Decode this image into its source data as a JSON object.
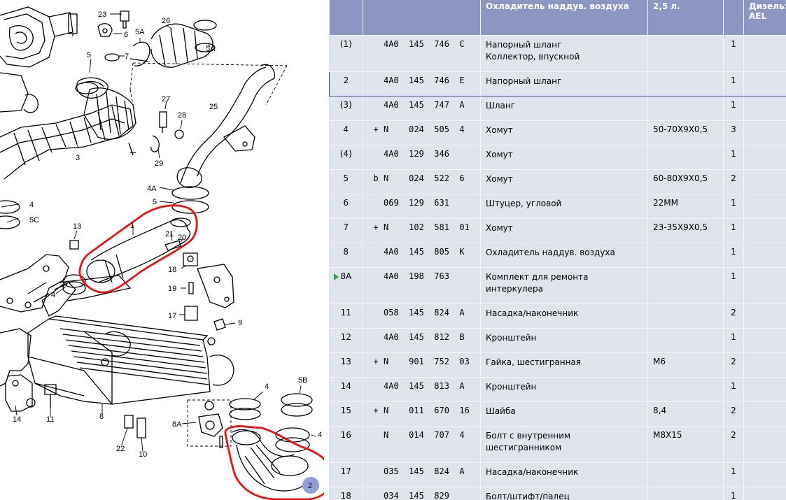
{
  "diagram": {
    "callouts": [
      "23",
      "6",
      "5A",
      "26",
      "5",
      "7",
      "5A",
      "27",
      "28",
      "25",
      "3",
      "29",
      "4A",
      "4",
      "5C",
      "5",
      "13",
      "1",
      "21",
      "20",
      "18",
      "19",
      "4",
      "17",
      "9",
      "14",
      "11",
      "8",
      "8A",
      "22",
      "10",
      "4",
      "5B",
      "4",
      "2"
    ],
    "highlight_color": "#e81313"
  },
  "parts_table": {
    "headers": [
      "",
      "",
      "Охладитель наддув. воздуха",
      "2,5 л.",
      "",
      "Дизель: AEL"
    ],
    "rows": [
      {
        "pos": "(1)",
        "flag": "",
        "pn": "4A0  145  746  C",
        "desc": [
          "Напорный шланг",
          "Коллектор, впускной"
        ],
        "spec": "",
        "qty": "1"
      },
      {
        "pos": "2",
        "flag": "",
        "pn": "4A0  145  746  E",
        "desc": [
          "Напорный шланг"
        ],
        "spec": "",
        "qty": "1",
        "selected": true
      },
      {
        "pos": "(3)",
        "flag": "",
        "pn": "4A0  145  747  A",
        "desc": [
          "Шланг"
        ],
        "spec": "",
        "qty": "1"
      },
      {
        "pos": "4",
        "flag": "+",
        "pn": "N    024  505  4",
        "desc": [
          "Хомут"
        ],
        "spec": "50-70X9X0,5",
        "qty": "3"
      },
      {
        "pos": "(4)",
        "flag": "",
        "pn": "4A0  129  346",
        "desc": [
          "Хомут"
        ],
        "spec": "",
        "qty": "1"
      },
      {
        "pos": "5",
        "flag": "b",
        "pn": "N    024  522  6",
        "desc": [
          "Хомут"
        ],
        "spec": "60-80X9X0,5",
        "qty": "2"
      },
      {
        "pos": "6",
        "flag": "",
        "pn": "069  129  631",
        "desc": [
          "Штуцер, угловой"
        ],
        "spec": "22MM",
        "qty": "1"
      },
      {
        "pos": "7",
        "flag": "+",
        "pn": "N    102  581  01",
        "desc": [
          "Хомут"
        ],
        "spec": "23-35X9X0,5",
        "qty": "1"
      },
      {
        "pos": "8",
        "flag": "",
        "pn": "4A0  145  805  K",
        "desc": [
          "Охладитель наддув. воздуха"
        ],
        "spec": "",
        "qty": "1"
      },
      {
        "pos": "8A",
        "flag": "",
        "pn": "4A0  198  763",
        "desc": [
          "Комплект для ремонта",
          "интеркулера"
        ],
        "spec": "",
        "qty": "1",
        "marker": true
      },
      {
        "pos": "11",
        "flag": "",
        "pn": "058  145  824  A",
        "desc": [
          "Насадка/наконечник"
        ],
        "spec": "",
        "qty": "2"
      },
      {
        "pos": "12",
        "flag": "",
        "pn": "4A0  145  812  B",
        "desc": [
          "Кронштейн"
        ],
        "spec": "",
        "qty": "1"
      },
      {
        "pos": "13",
        "flag": "+",
        "pn": "N    901  752  03",
        "desc": [
          "Гайка, шестигранная"
        ],
        "spec": "M6",
        "qty": "2"
      },
      {
        "pos": "14",
        "flag": "",
        "pn": "4A0  145  813  A",
        "desc": [
          "Кронштейн"
        ],
        "spec": "",
        "qty": "1"
      },
      {
        "pos": "15",
        "flag": "+",
        "pn": "N    011  670  16",
        "desc": [
          "Шайба"
        ],
        "spec": "8,4",
        "qty": "2"
      },
      {
        "pos": "16",
        "flag": "",
        "pn": "N    014  707  4",
        "desc": [
          "Болт с внутренним",
          "шестигранником"
        ],
        "spec": "M8X15",
        "qty": "2"
      },
      {
        "pos": "17",
        "flag": "",
        "pn": "035  145  824  A",
        "desc": [
          "Насадка/наконечник"
        ],
        "spec": "",
        "qty": "1"
      },
      {
        "pos": "18",
        "flag": "",
        "pn": "034  145  829",
        "desc": [
          "Болт/штифт/палец"
        ],
        "spec": "",
        "qty": "1"
      }
    ]
  }
}
